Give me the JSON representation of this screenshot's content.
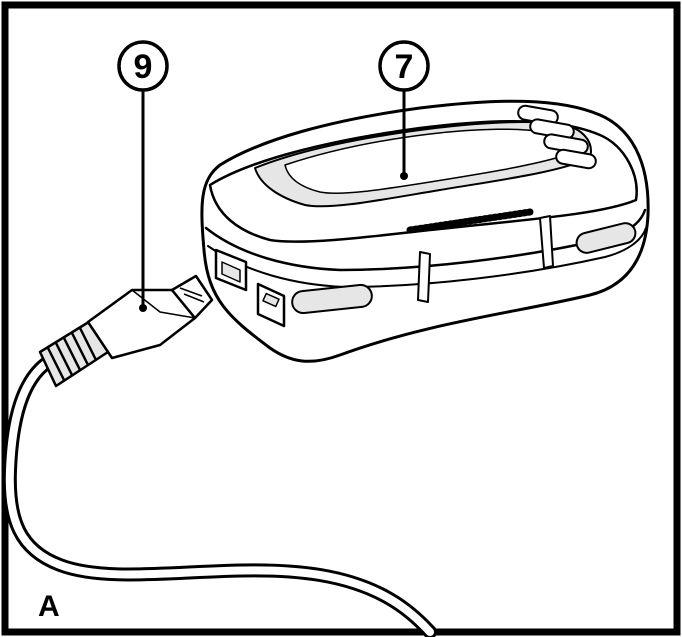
{
  "figure": {
    "panel_label": "A",
    "callouts": [
      {
        "id": "usb-cable",
        "number": "9"
      },
      {
        "id": "device",
        "number": "7"
      }
    ]
  },
  "colors": {
    "line": "#000000",
    "background": "#ffffff",
    "shading": "#e6e6e6"
  }
}
